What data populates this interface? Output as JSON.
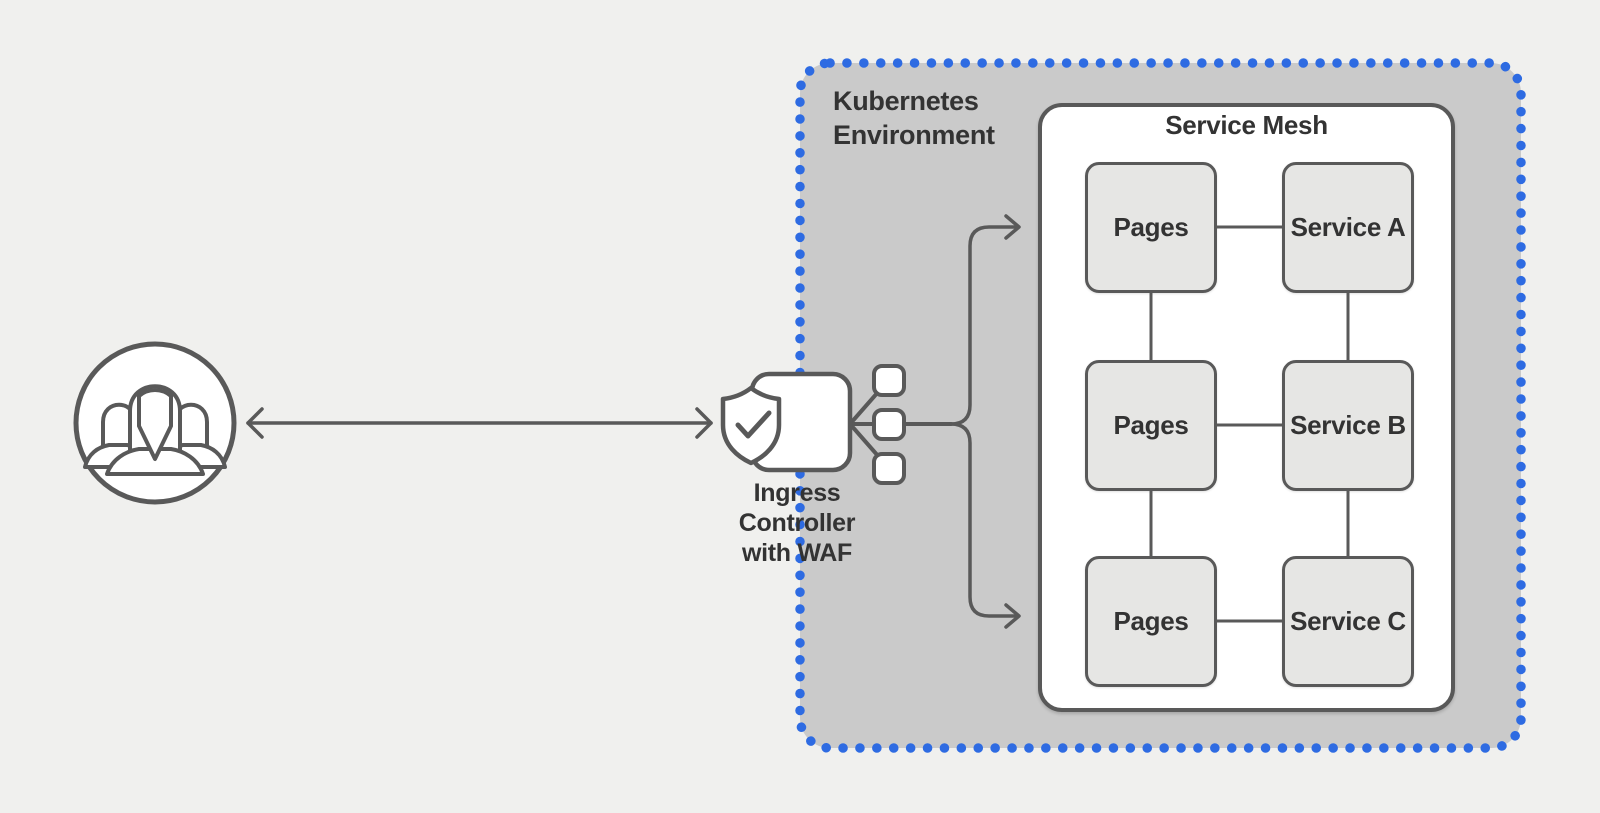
{
  "page": {
    "background": "#F0F0EE"
  },
  "colors": {
    "stroke_gray": "#595959",
    "text": "#333333",
    "environment_fill": "#CACACA",
    "environment_dot_blue": "#2E6BE2",
    "node_fill": "#E6E6E4",
    "mesh_fill": "#FFFFFF"
  },
  "users": {
    "icon": "users-group-icon"
  },
  "ingress": {
    "label": "Ingress\nController\nwith WAF",
    "icon": "shield-check-icon"
  },
  "environment": {
    "label": "Kubernetes\nEnvironment"
  },
  "service_mesh": {
    "title": "Service Mesh",
    "rows": [
      {
        "left": "Pages",
        "right": "Service A"
      },
      {
        "left": "Pages",
        "right": "Service B"
      },
      {
        "left": "Pages",
        "right": "Service C"
      }
    ]
  }
}
